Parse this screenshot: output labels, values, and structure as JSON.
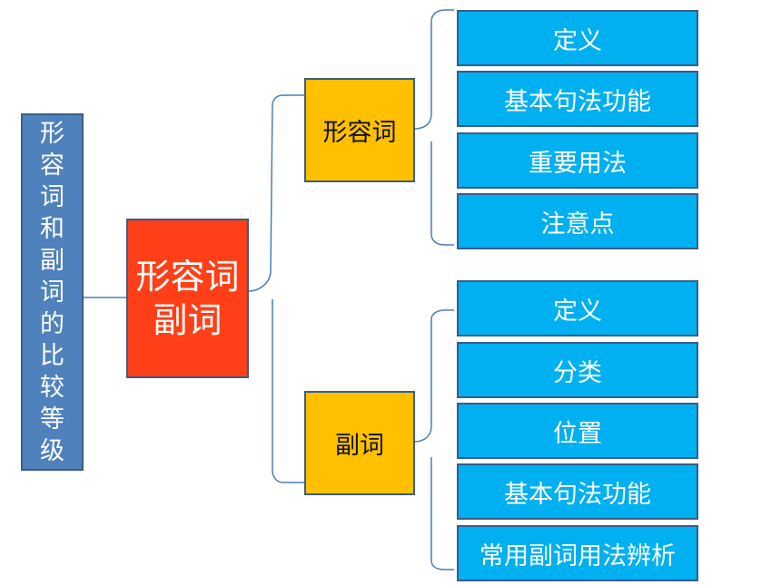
{
  "diagram": {
    "title_chars": [
      "形",
      "容",
      "词",
      "和",
      "副",
      "词",
      "的",
      "比",
      "较",
      "等",
      "级"
    ],
    "root": {
      "line1": "形容词",
      "line2": "副词"
    },
    "branches": [
      {
        "label": "形容词",
        "items": [
          "定义",
          "基本句法功能",
          "重要用法",
          "注意点"
        ]
      },
      {
        "label": "副词",
        "items": [
          "定义",
          "分类",
          "位置",
          "基本句法功能",
          "常用副词用法辨析"
        ]
      }
    ],
    "colors": {
      "title_fill": "#4f81bd",
      "root_fill": "#ff3f17",
      "branch_fill": "#ffc000",
      "leaf_fill": "#00b0f0",
      "outline": "#385d8a",
      "connector": "#4a7ebb"
    }
  }
}
